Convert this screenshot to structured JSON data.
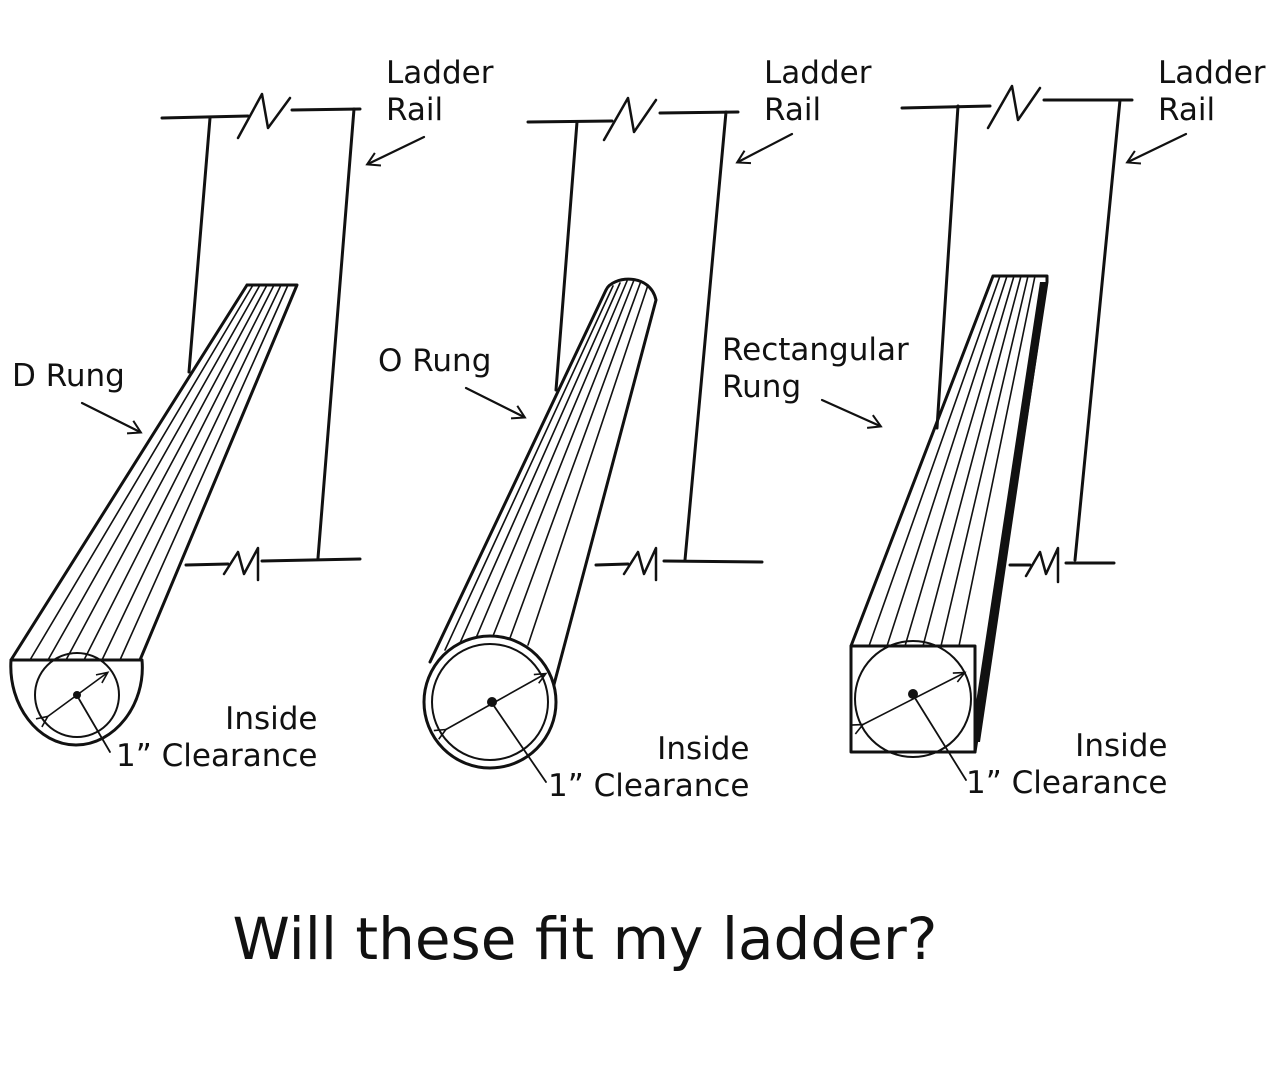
{
  "rail_label_line1": "Ladder",
  "rail_label_line2": "Rail",
  "rungs": [
    {
      "id": "d",
      "name": "D Rung",
      "inside_line1": "Inside",
      "inside_line2": "1” Clearance"
    },
    {
      "id": "o",
      "name": "O Rung",
      "inside_line1": "Inside",
      "inside_line2": "1” Clearance"
    },
    {
      "id": "rect",
      "name_line1": "Rectangular",
      "name_line2": "Rung",
      "inside_line1": "Inside",
      "inside_line2": "1” Clearance"
    }
  ],
  "caption": "Will these fit my ladder?"
}
